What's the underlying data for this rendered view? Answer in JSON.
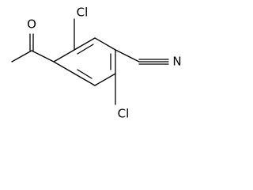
{
  "molecule": {
    "atom_labels": {
      "oxygen": "O",
      "chlorine_top": "Cl",
      "chlorine_bottom": "Cl",
      "nitrogen": "N"
    }
  }
}
